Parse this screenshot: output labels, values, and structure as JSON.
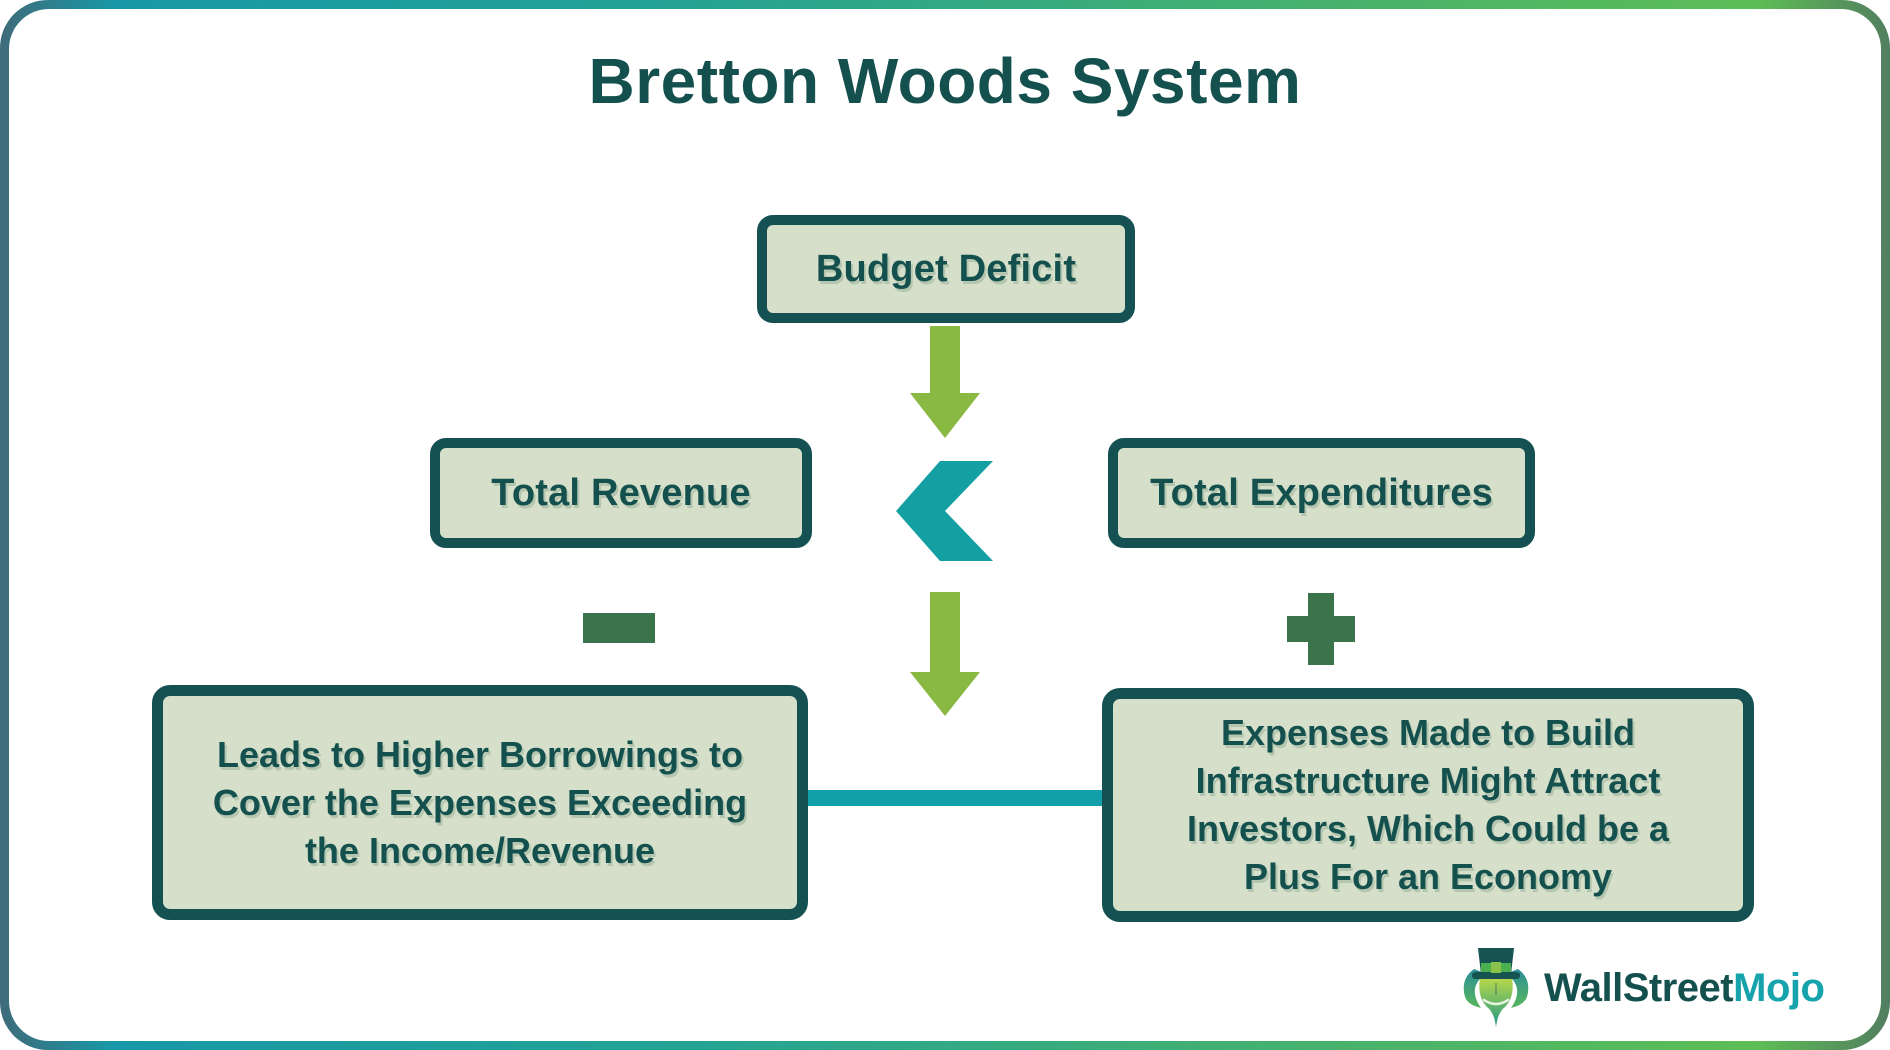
{
  "title": "Bretton Woods System",
  "flow": {
    "budget_deficit": {
      "label": "Budget Deficit"
    },
    "total_revenue": {
      "label": "Total Revenue"
    },
    "comparator": {
      "symbol": "<",
      "meaning": "total revenue is less than total expenditures"
    },
    "total_expenditures": {
      "label": "Total Expenditures"
    },
    "outcome_left": {
      "sign": "minus",
      "text": "Leads to Higher Borrowings to Cover the Expenses Exceeding the Income/Revenue",
      "lines": [
        "Leads to Higher Borrowings to",
        "Cover the Expenses Exceeding",
        "the Income/Revenue"
      ]
    },
    "outcome_right": {
      "sign": "plus",
      "text": "Expenses Made to Build Infrastructure Might Attract Investors, Which Could be a Plus For an Economy",
      "lines": [
        "Expenses Made to Build",
        "Infrastructure Might Attract",
        "Investors, Which Could be a",
        "Plus For an Economy"
      ]
    }
  },
  "branding": {
    "name_primary": "WallStreet",
    "name_secondary": "Mojo",
    "mascot": "bull wearing a top hat"
  },
  "icons": [
    "down-arrow-icon",
    "less-than-icon",
    "minus-icon",
    "plus-icon",
    "bull-mascot-icon"
  ],
  "colors": {
    "text_dark_teal": "#14504e",
    "box_border": "#155153",
    "box_fill": "#d5dfc9",
    "arrow_green": "#8ab943",
    "sign_green": "#3b744b",
    "accent_teal": "#12a0a8",
    "frame_gradient_left": "#1898a6",
    "frame_gradient_right": "#5dbd55"
  }
}
